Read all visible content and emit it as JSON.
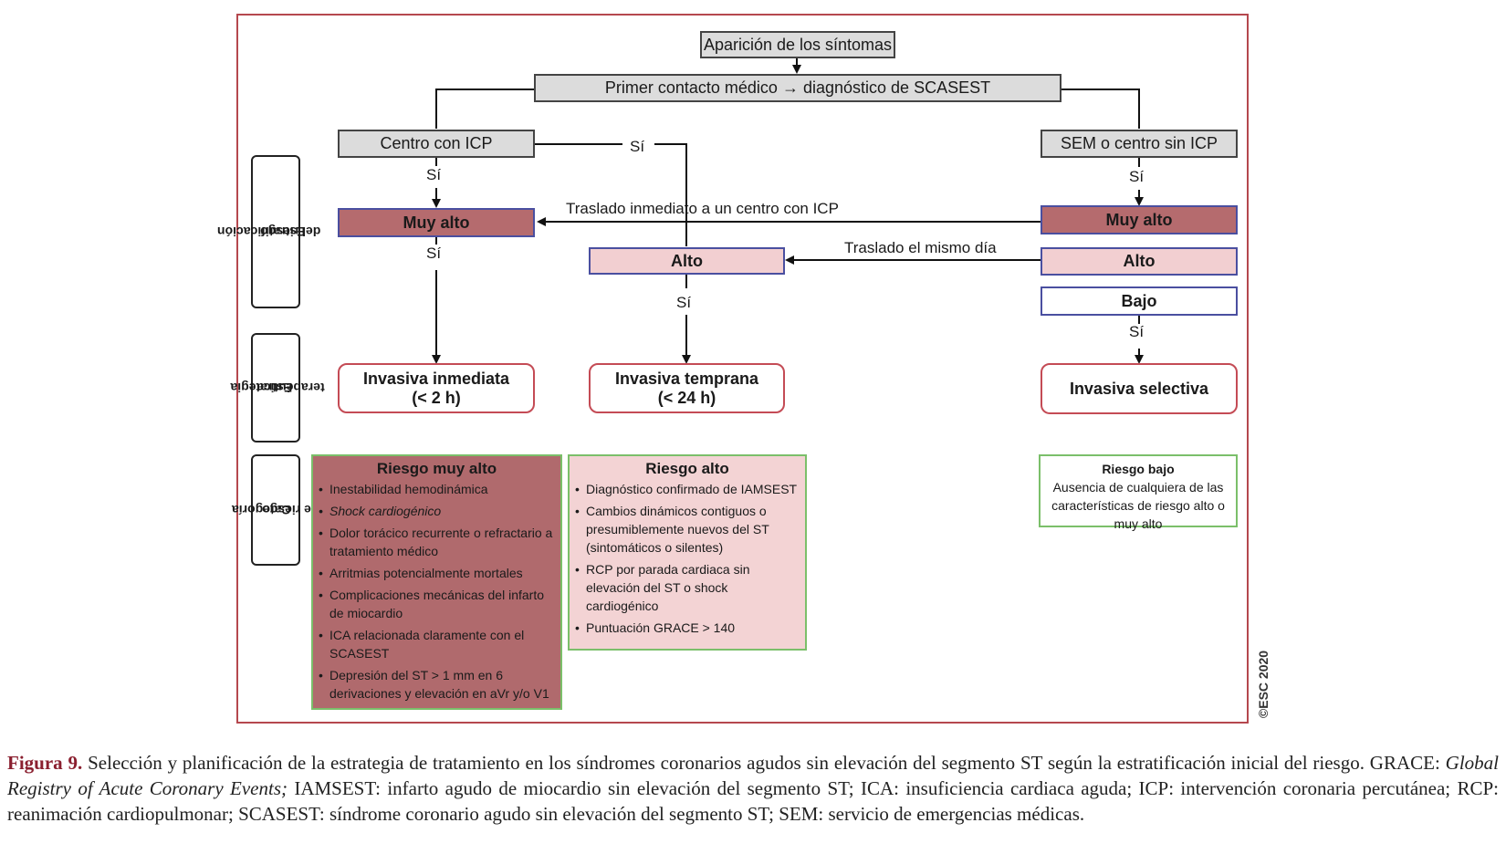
{
  "diagram": {
    "nodes": {
      "start": "Aparición de los síntomas",
      "first_contact_a": "Primer contacto médico",
      "first_contact_b": "diagnóstico de SCASEST",
      "center_icp": "Centro con ICP",
      "sem": "SEM o centro sin ICP",
      "very_high_left": "Muy alto",
      "very_high_right": "Muy alto",
      "high_mid": "Alto",
      "high_right": "Alto",
      "low_right": "Bajo"
    },
    "arrow_glyph": "→",
    "labels": {
      "si": "Sí",
      "transfer_immediate": "Traslado inmediato a un centro con ICP",
      "transfer_same_day": "Traslado el mismo día"
    },
    "side_labels": {
      "risk_stratification": [
        "Estratificación",
        "del riesgo"
      ],
      "strategy": [
        "Estrategia",
        "terapéutica"
      ],
      "category": [
        "Categoría",
        "de riesgo"
      ]
    },
    "strategies": {
      "immediate": [
        "Invasiva inmediata",
        "(< 2 h)"
      ],
      "early": [
        "Invasiva temprana",
        "(< 24 h)"
      ],
      "selective": "Invasiva selectiva"
    },
    "categories": {
      "very_high": {
        "title": "Riesgo muy alto",
        "items": [
          "Inestabilidad hemodinámica",
          "Shock cardiogénico",
          "Dolor torácico recurrente o refractario a tratamiento médico",
          "Arritmias potencialmente mortales",
          "Complicaciones mecánicas del infarto de miocardio",
          "ICA relacionada claramente con el SCASEST",
          "Depresión del ST > 1 mm en 6 derivaciones y elevación en aVr y/o V1"
        ]
      },
      "high": {
        "title": "Riesgo alto",
        "items": [
          "Diagnóstico confirmado de IAMSEST",
          "Cambios dinámicos contiguos o presumiblemente nuevos del ST (sintomáticos o silentes)",
          "RCP por parada cardiaca sin elevación del ST o shock cardiogénico",
          "Puntuación GRACE > 140"
        ]
      },
      "low": {
        "title": "Riesgo bajo",
        "text": "Ausencia de cualquiera de las características de riesgo alto o muy alto"
      }
    },
    "copyright": "©ESC 2020"
  },
  "caption": {
    "figure_label": "Figura 9.",
    "text_1": " Selección y planificación de la estrategia de tratamiento en los síndromes coronarios agudos sin elevación del segmento ST según la estratificación inicial del riesgo. GRACE: ",
    "italic": "Global Registry of Acute Coronary Events;",
    "text_2": " IAMSEST: infarto agudo de miocardio sin elevación del segmento ST; ICA: insuficiencia cardiaca aguda; ICP: intervención coronaria percutánea; RCP: reanimación cardiopulmonar; SCASEST: síndrome coronario agudo sin elevación del segmento ST; SEM: servicio de emergencias médicas."
  },
  "colors": {
    "frame": "#b5484e",
    "very_high": "#b56b6e",
    "high": "#f2cfd1",
    "node_border": "#4a4fa0",
    "category_border": "#7bbf6a",
    "strategy_border": "#c44b55",
    "caption_label": "#8a1f2f"
  }
}
